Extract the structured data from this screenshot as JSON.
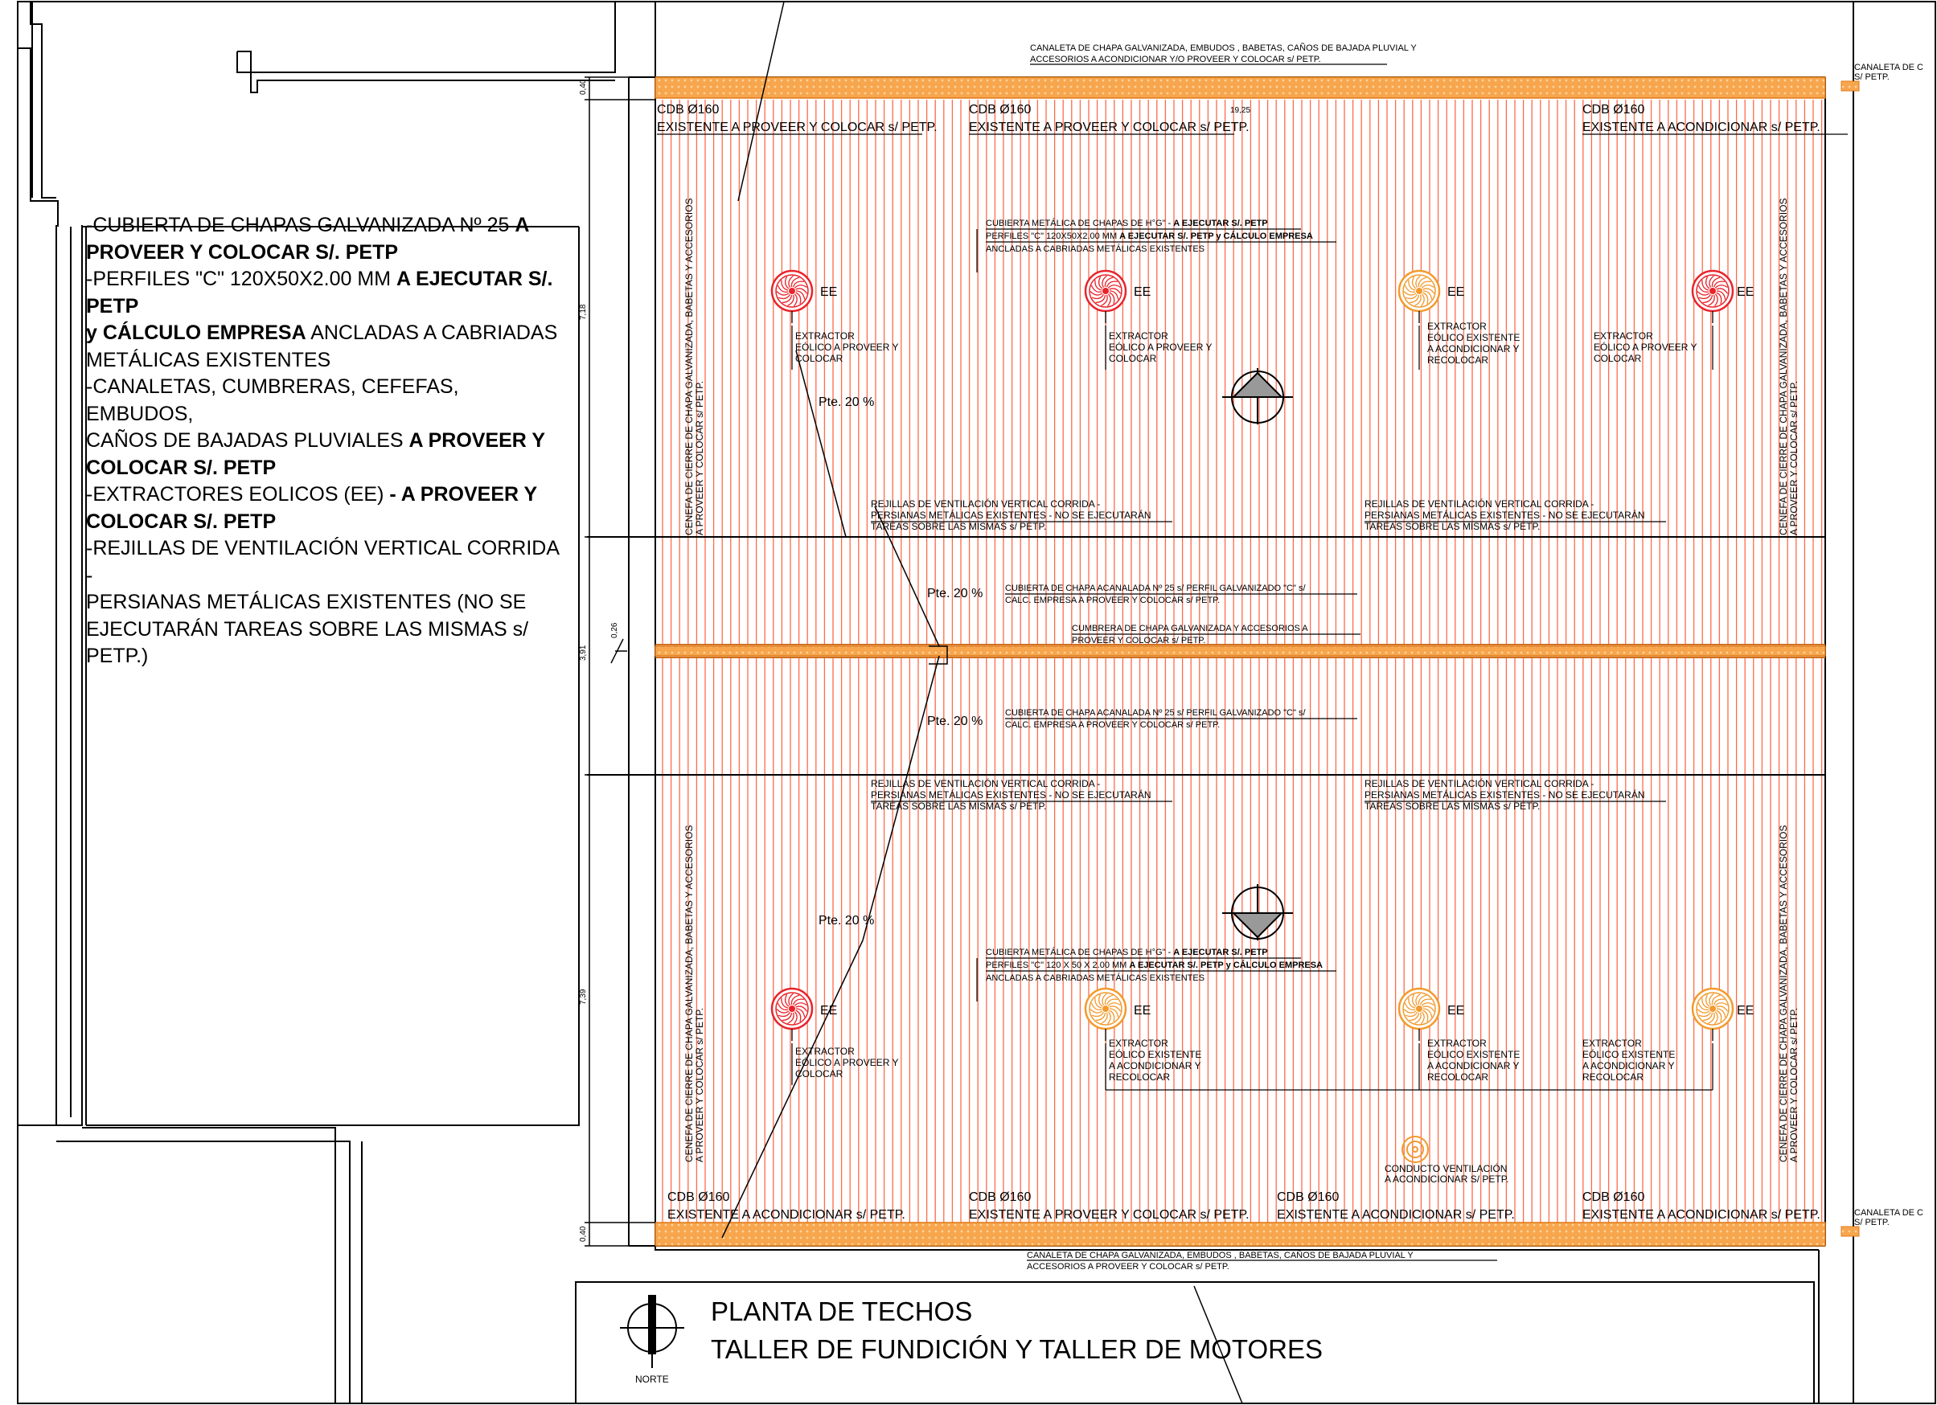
{
  "notes": [
    {
      "normal": "-CUBIERTA  DE  CHAPAS  GALVANIZADA Nº 25 ",
      "bold": "A"
    },
    {
      "normal": "",
      "bold": "PROVEER Y COLOCAR  S/. PETP"
    },
    {
      "normal": "-PERFILES \"C\" 120X50X2.00 MM ",
      "bold": "A EJECUTAR S/. PETP"
    },
    {
      "normal": "",
      "bold": "y CÁLCULO EMPRESA",
      "after": " ANCLADAS A CABRIADAS"
    },
    {
      "normal": "METÁLICAS EXISTENTES",
      "bold": ""
    },
    {
      "normal": "-CANALETAS, CUMBRERAS, CEFEFAS, EMBUDOS,",
      "bold": ""
    },
    {
      "normal": "CAÑOS DE BAJADAS PLUVIALES ",
      "bold": "A PROVEER Y"
    },
    {
      "normal": "",
      "bold": "COLOCAR S/. PETP"
    },
    {
      "normal": "-EXTRACTORES EOLICOS (EE) ",
      "bold": "- A PROVEER Y"
    },
    {
      "normal": "",
      "bold": "COLOCAR S/. PETP"
    },
    {
      "normal": "-REJILLAS DE VENTILACIÓN  VERTICAL CORRIDA -",
      "bold": ""
    },
    {
      "normal": "PERSIANAS METÁLICAS EXISTENTES (NO SE",
      "bold": ""
    },
    {
      "normal": "EJECUTARÁN TAREAS SOBRE LAS MISMAS  s/ PETP.)",
      "bold": ""
    }
  ],
  "title": {
    "line1": "PLANTA DE TECHOS",
    "line2": "TALLER DE FUNDICIÓN Y TALLER DE MOTORES"
  },
  "north": "NORTE",
  "dims": {
    "d040_top": "0,40",
    "d718": "7,18",
    "d391": "3,91",
    "d026": "0,26",
    "d739": "7,39",
    "d040_bot": "0,40",
    "d1925": "19,25"
  },
  "gutter_top": [
    "CANALETA DE CHAPA GALVANIZADA, EMBUDOS , BABETAS, CAÑOS DE BAJADA PLUVIAL Y",
    "ACCESORIOS   A ACONDICIONAR Y/O PROVEER Y COLOCAR  s/ PETP."
  ],
  "gutter_bottom": [
    "CANALETA DE CHAPA GALVANIZADA, EMBUDOS , BABETAS, CAÑOS DE BAJADA PLUVIAL Y",
    "ACCESORIOS   A PROVEER Y COLOCAR  s/ PETP."
  ],
  "gutter_right": [
    "CANALETA DE C",
    "S/ PETP."
  ],
  "cdb_top": [
    {
      "l1": "CDB Ø160",
      "l2": "EXISTENTE A PROVEER Y COLOCAR s/ PETP."
    },
    {
      "l1": "CDB Ø160",
      "l2": "EXISTENTE A PROVEER Y COLOCAR s/ PETP."
    },
    {
      "l1": "CDB Ø160",
      "l2": "EXISTENTE A ACONDICIONAR s/ PETP."
    }
  ],
  "cdb_bottom": [
    {
      "l1": "CDB Ø160",
      "l2": "EXISTENTE A ACONDICIONAR s/ PETP."
    },
    {
      "l1": "CDB Ø160",
      "l2": "EXISTENTE A PROVEER Y COLOCAR s/ PETP."
    },
    {
      "l1": "CDB Ø160",
      "l2": "EXISTENTE A ACONDICIONAR s/ PETP."
    },
    {
      "l1": "CDB Ø160",
      "l2": "EXISTENTE A ACONDICIONAR s/ PETP."
    }
  ],
  "cubierta_note": {
    "l1a": "CUBIERTA METÁLICA DE  CHAPAS DE H°G\" - ",
    "l1b": "A EJECUTAR S/. PETP",
    "l2a_top": "PERFILES \"C\" 120X50X2.00 MM ",
    "l2a_bot": "PERFILES \"C\" 120 X 50 X 2.00 MM ",
    "l2b": "A EJECUTAR S/. PETP y CÁLCULO EMPRESA",
    "l3": "ANCLADAS A CABRIADAS METÁLICAS EXISTENTES"
  },
  "ee_label": "EE",
  "ext_new": [
    "EXTRACTOR",
    "EÓLICO A PROVEER Y",
    "COLOCAR"
  ],
  "ext_existing": [
    "EXTRACTOR",
    "EÓLICO EXISTENTE",
    "A ACONDICIONAR Y",
    "RECOLOCAR"
  ],
  "pendiente": "Pte. 20 %",
  "rejillas": [
    "REJILLAS DE VENTILACIÓN  VERTICAL CORRIDA -",
    "PERSIANAS METÁLICAS EXISTENTES - NO SE EJECUTARÁN",
    "TAREAS SOBRE LAS MISMAS  s/ PETP."
  ],
  "acanalada": [
    "CUBIERTA DE CHAPA ACANALADA Nº 25 s/ PERFIL GALVANIZADO \"C\" s/",
    "CALC. EMPRESA   A PROVEER Y COLOCAR  s/ PETP."
  ],
  "cumbrera": [
    "CUMBRERA DE CHAPA GALVANIZADA Y ACCESORIOS  A",
    "PROVEER Y COLOCAR s/ PETP."
  ],
  "cenefa": [
    "CENEFA DE CIERRE DE CHAPA GALVANIZADA, BABETAS  Y ACCESORIOS",
    "A PROVEER Y COLOCAR s/ PETP."
  ],
  "conducto": [
    "CONDUCTO VENTILACIÓN",
    "A ACONDICIONAR S/ PETP."
  ],
  "colors": {
    "stripe": "#ff6a4a",
    "gutter": "#f5a54a",
    "ee_new": "#e8242b",
    "ee_old": "#f29a2e"
  }
}
